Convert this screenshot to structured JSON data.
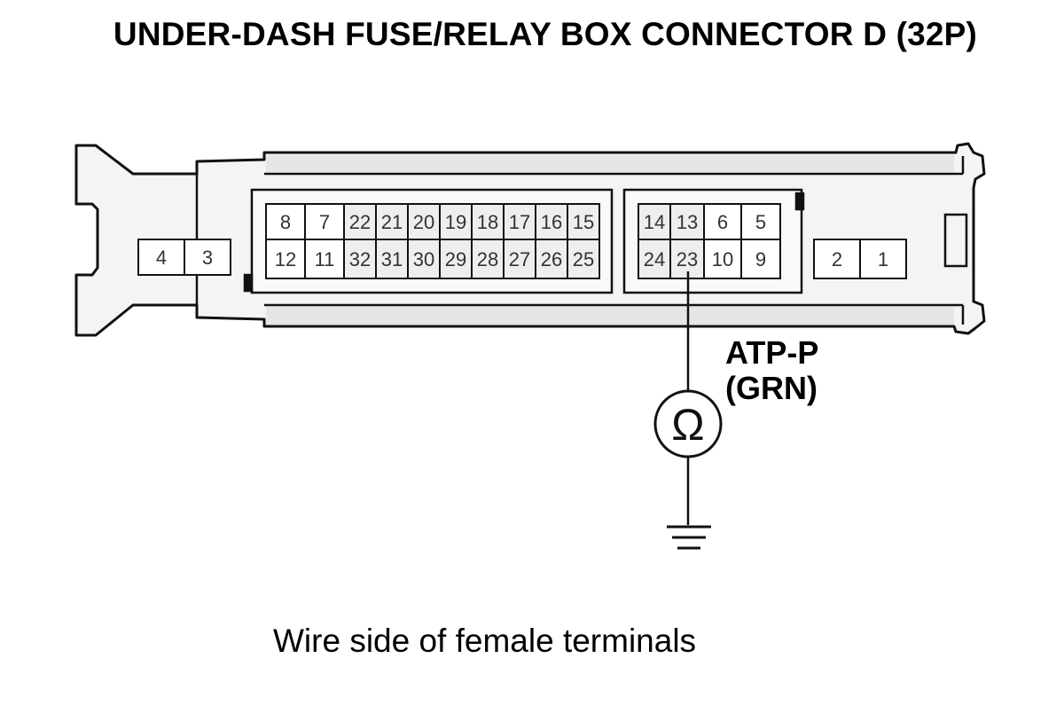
{
  "title": "UNDER-DASH FUSE/RELAY BOX CONNECTOR D (32P)",
  "caption": "Wire side of female terminals",
  "wire": {
    "name": "ATP-P",
    "color": "(GRN)"
  },
  "meter_symbol": "Ω",
  "connector": {
    "left_pair": [
      "4",
      "3"
    ],
    "main_block": {
      "top_row": [
        "8",
        "7",
        "22",
        "21",
        "20",
        "19",
        "18",
        "17",
        "16",
        "15"
      ],
      "bottom_row": [
        "12",
        "11",
        "32",
        "31",
        "30",
        "29",
        "28",
        "27",
        "26",
        "25"
      ]
    },
    "mid_block": {
      "top_row": [
        "14",
        "13",
        "6",
        "5"
      ],
      "bottom_row": [
        "24",
        "23",
        "10",
        "9"
      ]
    },
    "right_pair": [
      "2",
      "1"
    ]
  },
  "test_pin": "23"
}
